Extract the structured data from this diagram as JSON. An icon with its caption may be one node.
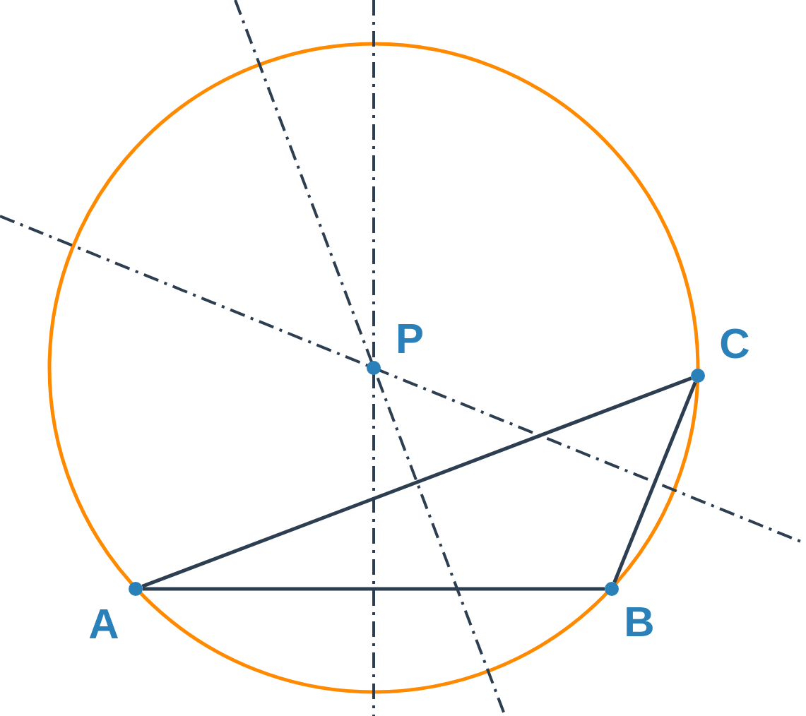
{
  "diagram": {
    "nodes": [
      {
        "text": [],
        "shape": "circle",
        "beside": [
          "P"
        ]
      },
      {
        "text": [],
        "shape": "circle",
        "beside": [
          "C"
        ]
      },
      {
        "text": [],
        "shape": "circle",
        "beside": [
          "A"
        ]
      },
      {
        "text": [],
        "shape": "circle",
        "beside": [
          "B"
        ]
      }
    ],
    "edges": [
      {
        "from": 2,
        "to": 3,
        "arrow": "none"
      },
      {
        "from": 3,
        "to": 1,
        "arrow": "none"
      },
      {
        "from": 2,
        "to": 1,
        "arrow": "none"
      }
    ]
  }
}
